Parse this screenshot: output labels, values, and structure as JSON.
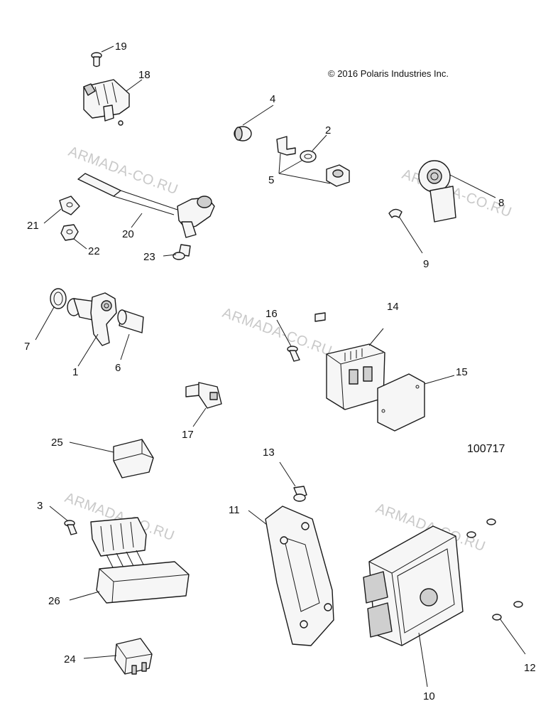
{
  "copyright": "© 2016 Polaris Industries Inc.",
  "diagram_id": "100717",
  "watermark_text": "ARMADA-CO.RU",
  "callouts": {
    "c1": "1",
    "c2": "2",
    "c3": "3",
    "c4": "4",
    "c5": "5",
    "c6": "6",
    "c7": "7",
    "c8": "8",
    "c9": "9",
    "c10": "10",
    "c11": "11",
    "c12": "12",
    "c13": "13",
    "c14": "14",
    "c15": "15",
    "c16": "16",
    "c17": "17",
    "c18": "18",
    "c19": "19",
    "c20": "20",
    "c21": "21",
    "c22": "22",
    "c23": "23",
    "c24": "24",
    "c25": "25",
    "c26": "26"
  },
  "colors": {
    "line": "#1a1a1a",
    "watermark": "#c9c9c9",
    "background": "#ffffff"
  }
}
